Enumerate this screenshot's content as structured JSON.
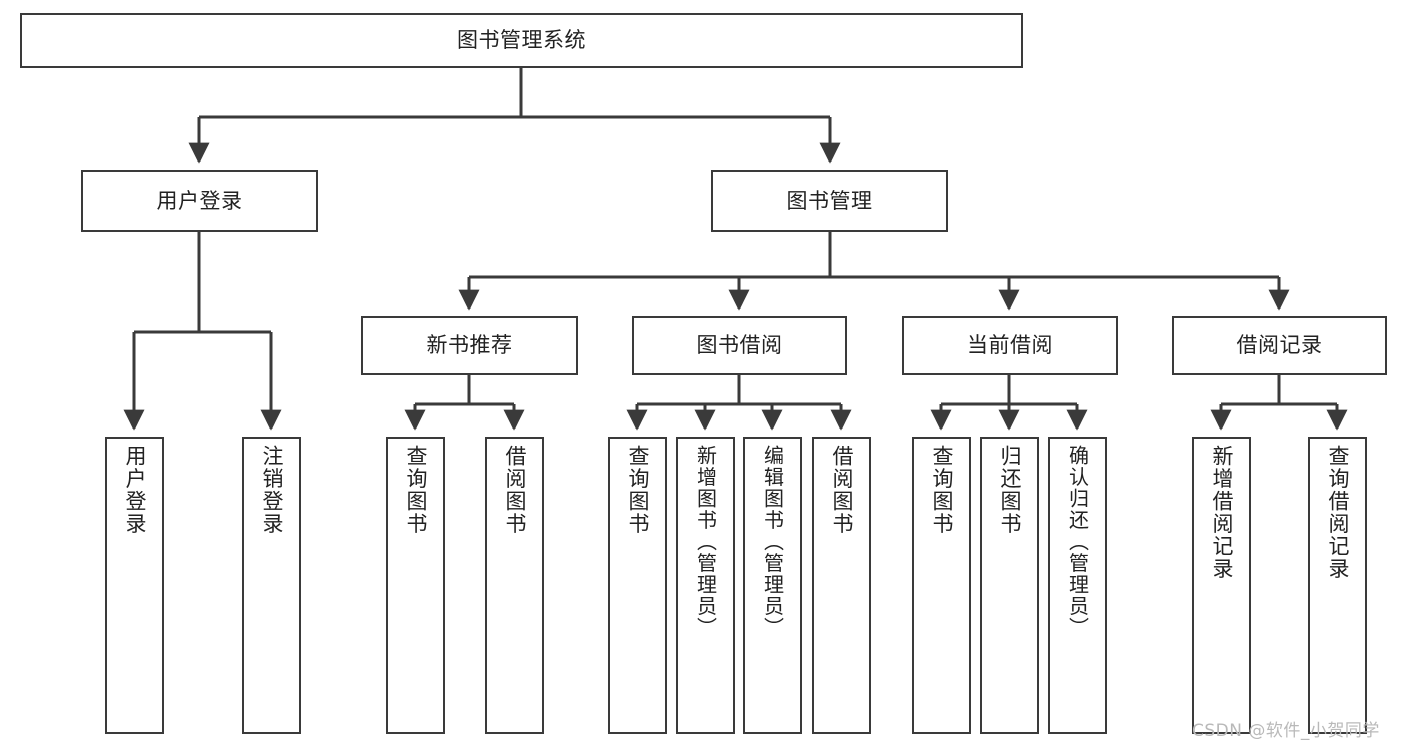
{
  "diagram": {
    "title": "图书管理系统",
    "type": "tree",
    "watermark": "CSDN @软件_小贺同学",
    "colors": {
      "box_border": "#3a3a3a",
      "box_fill": "#ffffff",
      "edge": "#3a3a3a",
      "text": "#222222",
      "watermark": "#b9b9b9",
      "background": "#ffffff"
    },
    "nodes": {
      "root": {
        "label": "图书管理系统",
        "level": 1
      },
      "n_user_login": {
        "label": "用户登录",
        "level": 2
      },
      "n_book_mgmt": {
        "label": "图书管理",
        "level": 2
      },
      "n_new_book_rec": {
        "label": "新书推荐",
        "level": 3
      },
      "n_book_borrow": {
        "label": "图书借阅",
        "level": 3
      },
      "n_current_borrow": {
        "label": "当前借阅",
        "level": 3
      },
      "n_borrow_record": {
        "label": "借阅记录",
        "level": 3
      },
      "leaf_user_login": {
        "label": "用户登录",
        "level": 4
      },
      "leaf_logout_login": {
        "label": "注销登录",
        "level": 4
      },
      "leaf_query_book_1": {
        "label": "查询图书",
        "level": 4
      },
      "leaf_borrow_book_1": {
        "label": "借阅图书",
        "level": 4
      },
      "leaf_query_book_2": {
        "label": "查询图书",
        "level": 4
      },
      "leaf_add_book": {
        "label": "新增图书（管理员）",
        "level": 4
      },
      "leaf_edit_book": {
        "label": "编辑图书（管理员）",
        "level": 4
      },
      "leaf_borrow_book_2": {
        "label": "借阅图书",
        "level": 4
      },
      "leaf_query_book_3": {
        "label": "查询图书",
        "level": 4
      },
      "leaf_return_book": {
        "label": "归还图书",
        "level": 4
      },
      "leaf_confirm_return": {
        "label": "确认归还（管理员）",
        "level": 4
      },
      "leaf_add_record": {
        "label": "新增借阅记录",
        "level": 4
      },
      "leaf_query_record": {
        "label": "查询借阅记录",
        "level": 4
      }
    },
    "edges": [
      {
        "from": "root",
        "to": "n_user_login"
      },
      {
        "from": "root",
        "to": "n_book_mgmt"
      },
      {
        "from": "n_user_login",
        "to": "leaf_user_login"
      },
      {
        "from": "n_user_login",
        "to": "leaf_logout_login"
      },
      {
        "from": "n_book_mgmt",
        "to": "n_new_book_rec"
      },
      {
        "from": "n_book_mgmt",
        "to": "n_book_borrow"
      },
      {
        "from": "n_book_mgmt",
        "to": "n_current_borrow"
      },
      {
        "from": "n_book_mgmt",
        "to": "n_borrow_record"
      },
      {
        "from": "n_new_book_rec",
        "to": "leaf_query_book_1"
      },
      {
        "from": "n_new_book_rec",
        "to": "leaf_borrow_book_1"
      },
      {
        "from": "n_book_borrow",
        "to": "leaf_query_book_2"
      },
      {
        "from": "n_book_borrow",
        "to": "leaf_add_book"
      },
      {
        "from": "n_book_borrow",
        "to": "leaf_edit_book"
      },
      {
        "from": "n_book_borrow",
        "to": "leaf_borrow_book_2"
      },
      {
        "from": "n_current_borrow",
        "to": "leaf_query_book_3"
      },
      {
        "from": "n_current_borrow",
        "to": "leaf_return_book"
      },
      {
        "from": "n_current_borrow",
        "to": "leaf_confirm_return"
      },
      {
        "from": "n_borrow_record",
        "to": "leaf_add_record"
      },
      {
        "from": "n_borrow_record",
        "to": "leaf_query_record"
      }
    ]
  }
}
